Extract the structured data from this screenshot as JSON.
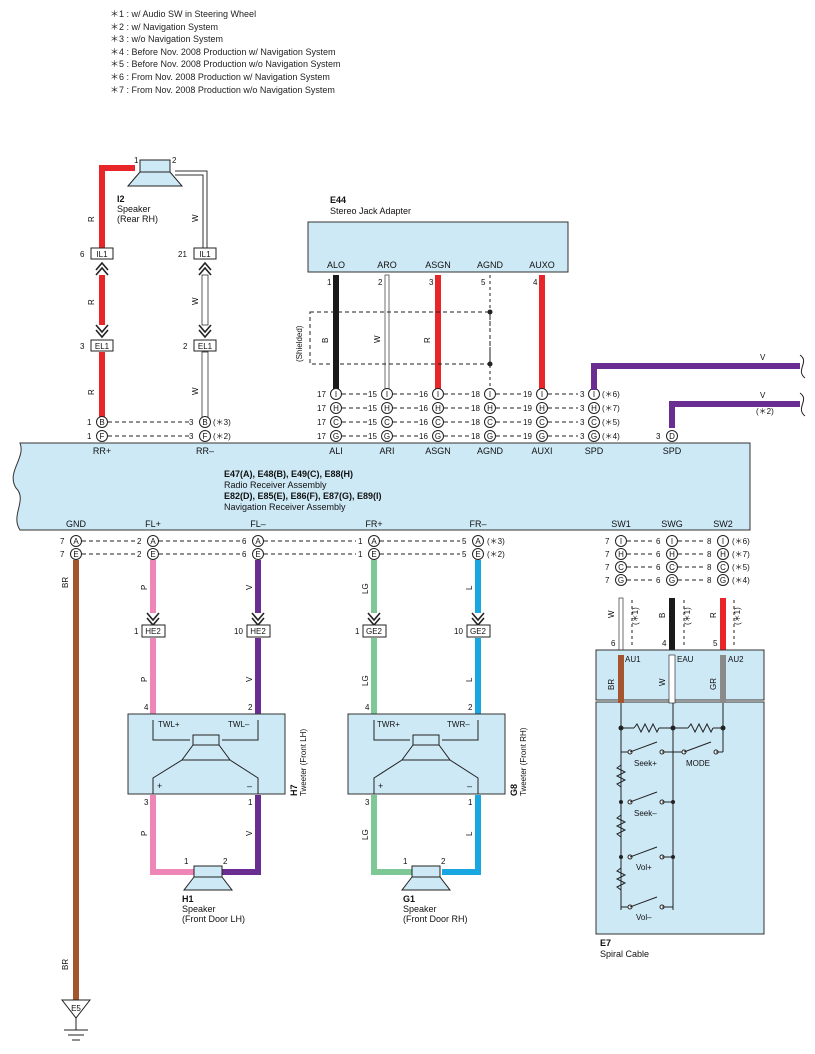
{
  "notes": [
    "＊1 : w/ Audio SW in Steering Wheel",
    "＊2 : w/ Navigation System",
    "＊3 : w/o Navigation System",
    "＊4 : Before Nov.  2008 Production w/ Navigation System",
    "＊5 : Before Nov.  2008 Production w/o Navigation System",
    "＊6 : From Nov.  2008 Production w/ Navigation System",
    "＊7 : From Nov.  2008 Production w/o Navigation System"
  ],
  "colors": {
    "panel_fill": "#cde9f6",
    "red": "#e8262a",
    "black": "#1a1a1a",
    "white_wire": "#ffffff",
    "purple": "#6a2d91",
    "pink": "#ef86b8",
    "green": "#7ec897",
    "blue": "#1aa6e0",
    "brown": "#a5552d",
    "gray": "#8a8a8a"
  },
  "receiver": {
    "title": "E47(A), E48(B), E49(C), E88(H)",
    "subtitle": "Radio Receiver Assembly",
    "title2": "E82(D), E85(E), E86(F), E87(G), E89(I)",
    "subtitle2": "Navigation Receiver Assembly",
    "top_pins": [
      "RR+",
      "RR–",
      "ALI",
      "ARI",
      "ASGN",
      "AGND",
      "AUXI",
      "SPD",
      "SPD"
    ],
    "bottom_pins": [
      "GND",
      "FL+",
      "FL–",
      "FR+",
      "FR–",
      "SW1",
      "SWG",
      "SW2"
    ]
  },
  "rear_speaker": {
    "code": "I2",
    "name": "Speaker",
    "location": "(Rear RH)",
    "pin1": "1",
    "pin2": "2"
  },
  "stereo_jack": {
    "code": "E44",
    "name": "Stereo Jack Adapter",
    "pins": [
      "ALO",
      "ARO",
      "ASGN",
      "AGND",
      "AUXO"
    ],
    "pin_numbers": [
      "1",
      "2",
      "3",
      "5",
      "4"
    ],
    "wire_colors": [
      "B",
      "W",
      "R"
    ],
    "shielded": "(Shielded)"
  },
  "connectors": {
    "il1": "IL1",
    "el1": "EL1",
    "he2": "HE2",
    "ge2": "GE2",
    "e5": "E5",
    "il1_pin_r": "6",
    "il1_pin_w": "21",
    "el1_pin_r": "3",
    "el1_pin_w": "2",
    "he2_pin_p": "1",
    "he2_pin_v": "10",
    "ge2_pin_lg": "1",
    "ge2_pin_l": "10"
  },
  "wire_labels": {
    "r": "R",
    "w": "W",
    "b": "B",
    "v": "V",
    "p": "P",
    "lg": "LG",
    "l": "L",
    "br": "BR",
    "gr": "GR"
  },
  "rr_rows": [
    {
      "pin_l": "1",
      "letter_l": "B",
      "pin_r": "3",
      "letter_r": "B",
      "note": "(＊3)"
    },
    {
      "pin_l": "1",
      "letter_l": "F",
      "pin_r": "3",
      "letter_r": "F",
      "note": "(＊2)"
    }
  ],
  "jack_rows": [
    {
      "pins": [
        "17",
        "15",
        "16",
        "18",
        "19"
      ],
      "letter": "I",
      "spd_pin": "3",
      "note": "(＊6)"
    },
    {
      "pins": [
        "17",
        "15",
        "16",
        "18",
        "19"
      ],
      "letter": "H",
      "spd_pin": "3",
      "note": "(＊7)"
    },
    {
      "pins": [
        "17",
        "15",
        "16",
        "18",
        "19"
      ],
      "letter": "C",
      "spd_pin": "3",
      "note": "(＊5)"
    },
    {
      "pins": [
        "17",
        "15",
        "16",
        "18",
        "19"
      ],
      "letter": "G",
      "spd_pin": "3",
      "note": "(＊4)"
    }
  ],
  "spd2": {
    "pin": "3",
    "letter": "D",
    "note": "(＊2)"
  },
  "front_rows": [
    {
      "pins": [
        "7",
        "2",
        "6",
        "1",
        "5"
      ],
      "letter": "A",
      "note": "(＊3)"
    },
    {
      "pins": [
        "7",
        "2",
        "6",
        "1",
        "5"
      ],
      "letter": "E",
      "note": "(＊2)"
    }
  ],
  "sw_rows": [
    {
      "pins": [
        "7",
        "6",
        "8"
      ],
      "letter": "I",
      "note": "(＊6)"
    },
    {
      "pins": [
        "7",
        "6",
        "8"
      ],
      "letter": "H",
      "note": "(＊7)"
    },
    {
      "pins": [
        "7",
        "6",
        "8"
      ],
      "letter": "C",
      "note": "(＊5)"
    },
    {
      "pins": [
        "7",
        "6",
        "8"
      ],
      "letter": "G",
      "note": "(＊4)"
    }
  ],
  "star1": "(＊1)",
  "tweeter_lh": {
    "code": "H7",
    "name": "Tweeter (Front LH)",
    "plus": "TWL+",
    "minus": "TWL–",
    "pin_p": "4",
    "pin_m": "2",
    "pin_out_p": "3",
    "pin_out_m": "1",
    "sign_p": "+",
    "sign_m": "–"
  },
  "tweeter_rh": {
    "code": "G8",
    "name": "Tweeter (Front RH)",
    "plus": "TWR+",
    "minus": "TWR–",
    "pin_p": "4",
    "pin_m": "2",
    "pin_out_p": "3",
    "pin_out_m": "1",
    "sign_p": "+",
    "sign_m": "–"
  },
  "front_lh_speaker": {
    "code": "H1",
    "name": "Speaker",
    "location": "(Front Door LH)",
    "pin1": "1",
    "pin2": "2"
  },
  "front_rh_speaker": {
    "code": "G1",
    "name": "Speaker",
    "location": "(Front Door RH)",
    "pin1": "1",
    "pin2": "2"
  },
  "spiral": {
    "code": "E7",
    "name": "Spiral Cable",
    "pins": [
      "AU1",
      "EAU",
      "AU2"
    ],
    "pin_numbers": [
      "6",
      "4",
      "5"
    ],
    "switches": [
      "Seek+",
      "MODE",
      "Seek–",
      "Vol+",
      "Vol–"
    ]
  }
}
